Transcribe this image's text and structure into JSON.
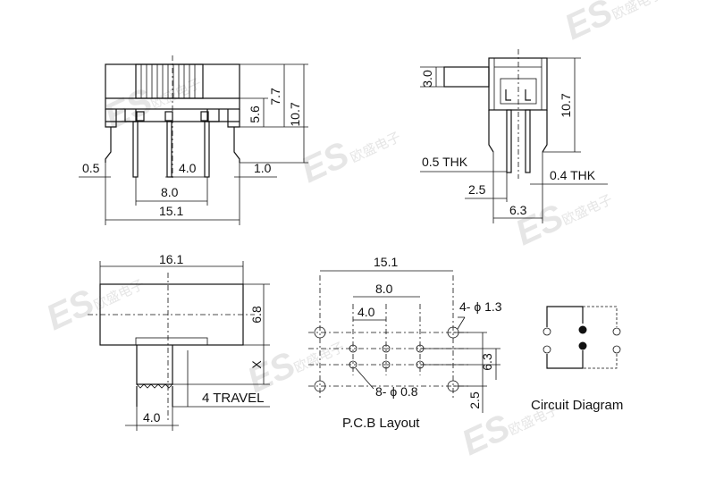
{
  "watermark": {
    "logo": "ES",
    "chinese": "欧盛电子"
  },
  "top_front": {
    "dims": {
      "d56": "5.6",
      "d77": "7.7",
      "d107": "10.7",
      "d05": "0.5",
      "d40": "4.0",
      "d10": "1.0",
      "d80": "8.0",
      "d151": "15.1"
    }
  },
  "top_side": {
    "dims": {
      "d30": "3.0",
      "d107": "10.7",
      "thk05": "0.5 THK",
      "thk04": "0.4 THK",
      "d25": "2.5",
      "d63": "6.3"
    }
  },
  "bottom_left": {
    "dims": {
      "d161": "16.1",
      "d68": "6.8",
      "x": "X",
      "travel": "4 TRAVEL",
      "d40": "4.0"
    }
  },
  "pcb": {
    "title": "P.C.B Layout",
    "dims": {
      "d151": "15.1",
      "d80": "8.0",
      "d40": "4.0",
      "holes_large": "4- ϕ 1.3",
      "holes_small": "8- ϕ 0.8",
      "d63": "6.3",
      "d25": "2.5"
    }
  },
  "circuit": {
    "title": "Circuit Diagram"
  }
}
